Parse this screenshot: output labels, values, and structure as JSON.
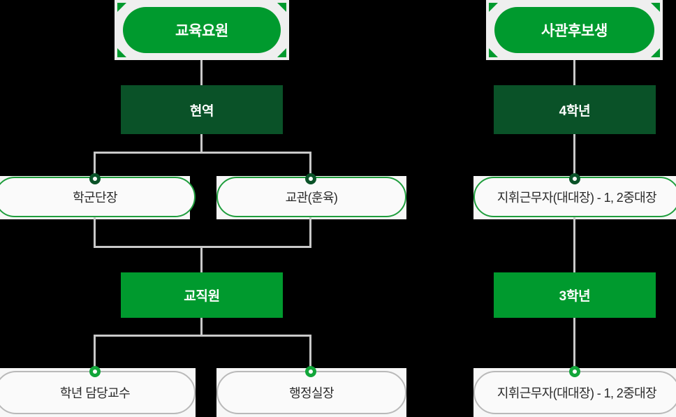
{
  "diagram": {
    "type": "organization-chart",
    "columns": [
      {
        "id": "education-staff",
        "nodes": [
          {
            "id": "root-left",
            "label": "교육요원",
            "shape": "pill-filled",
            "color": "#009a2e"
          },
          {
            "id": "band-left-1",
            "label": "현역",
            "shape": "band",
            "color": "#0a5228"
          },
          {
            "id": "pill-left-1a",
            "label": "학군단장",
            "shape": "pill-outline",
            "color": "#1f9e3d"
          },
          {
            "id": "pill-left-1b",
            "label": "교관(훈육)",
            "shape": "pill-outline",
            "color": "#1f9e3d"
          },
          {
            "id": "band-left-2",
            "label": "교직원",
            "shape": "band",
            "color": "#009a2e"
          },
          {
            "id": "pill-left-2a",
            "label": "학년 담당교수",
            "shape": "pill-outline",
            "color": "#b9b9b9"
          },
          {
            "id": "pill-left-2b",
            "label": "행정실장",
            "shape": "pill-outline",
            "color": "#b9b9b9"
          }
        ]
      },
      {
        "id": "officer-candidate",
        "nodes": [
          {
            "id": "root-right",
            "label": "사관후보생",
            "shape": "pill-filled",
            "color": "#009a2e"
          },
          {
            "id": "band-right-1",
            "label": "4학년",
            "shape": "band",
            "color": "#0a5228"
          },
          {
            "id": "pill-right-1",
            "label": "지휘근무자(대대장) - 1, 2중대장",
            "shape": "pill-outline",
            "color": "#1f9e3d"
          },
          {
            "id": "band-right-2",
            "label": "3학년",
            "shape": "band",
            "color": "#009a2e"
          },
          {
            "id": "pill-right-2",
            "label": "지휘근무자(대대장) - 1, 2중대장",
            "shape": "pill-outline",
            "color": "#b9b9b9"
          }
        ]
      }
    ],
    "palette": {
      "bright_green": "#009a2e",
      "dark_green": "#0a5228",
      "outline_green": "#1f9e3d",
      "outline_gray": "#b9b9b9",
      "connector_gray": "#c9c9c9",
      "plate": "#f7f7f7",
      "background": "#000000",
      "text_light": "#ffffff",
      "text_dark": "#2a2a2a"
    }
  }
}
